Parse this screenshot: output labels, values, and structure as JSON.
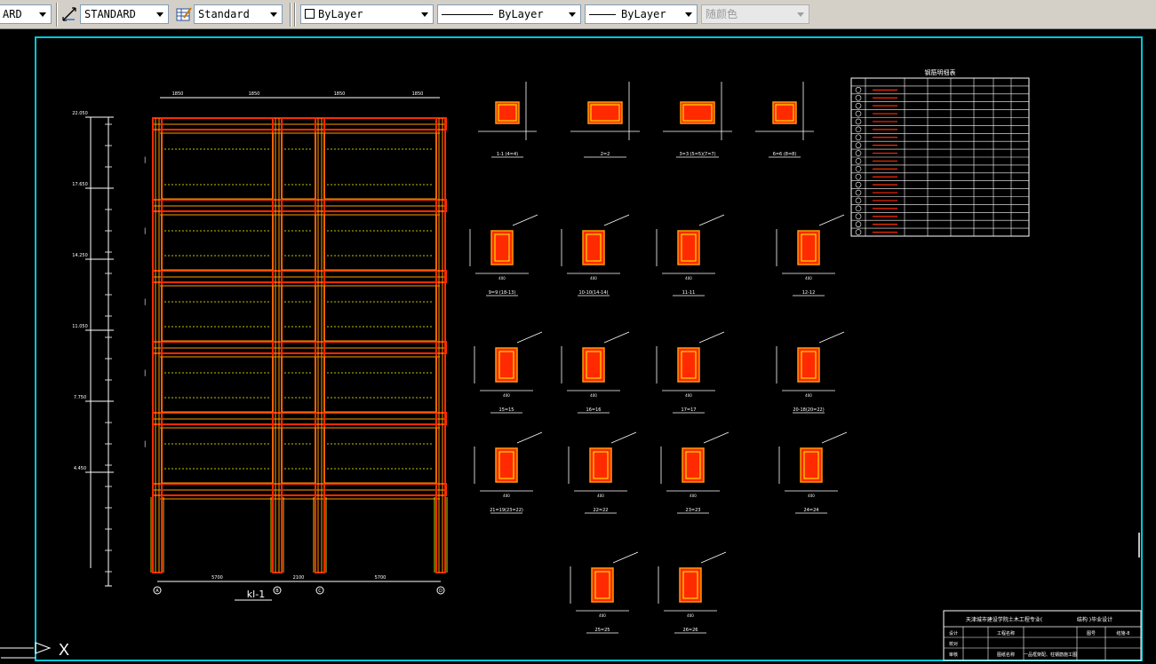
{
  "toolbar": {
    "text_style_partial": "ARD",
    "dim_style": "STANDARD",
    "table_style": "Standard",
    "color": "ByLayer",
    "linetype": "ByLayer",
    "lineweight": "ByLayer",
    "plot_style": "随颜色"
  },
  "drawing": {
    "frame_label": "kl-1",
    "level_labels": [
      "22.050",
      "17.650",
      "14.250",
      "11.050",
      "7.750",
      "4.450"
    ],
    "grid_labels": [
      "A",
      "B",
      "C",
      "D"
    ],
    "bottom_dims": [
      "5700",
      "2100",
      "5700"
    ],
    "top_dims": [
      "1850",
      "1850",
      "1850",
      "1850"
    ],
    "schedule_title": "钢筋明细表",
    "column_sections": [
      "1-1 (4=4)",
      "2=2",
      "3=3 (5=5)(7=7)",
      "6=6 (8=8)"
    ],
    "beam_sections_row1": [
      "9=9 (18-13)",
      "10-10(14-14)",
      "11-11",
      "12-12"
    ],
    "beam_sections_row2": [
      "15=15",
      "16=16",
      "17=17",
      "20-18(20=22)"
    ],
    "beam_sections_row3": [
      "21=19(23=22)",
      "22=22",
      "23=23",
      "24=24"
    ],
    "beam_sections_row4": [
      "25=25",
      "26=26"
    ],
    "section_dim": "400",
    "title_block": {
      "institution": "天津城市建设学院土木工程专业(",
      "course": "结构 )毕业设计",
      "roles": [
        "设计",
        "校对",
        "审核"
      ],
      "project_label": "工程名称",
      "drawing_label": "图纸名称",
      "drawing_name": "一品框架配、柱钢筋施工图",
      "sheet_label": "图号",
      "sheet_no": "结施-8"
    }
  },
  "colors": {
    "toolbar_bg": "#d4d0c8",
    "canvas_bg": "#000000",
    "frame_border": "#00c8d7",
    "beam_red": "#ff2a00",
    "beam_orange": "#ff9a00",
    "rebar_yellow": "#ffff00",
    "annotation_white": "#ffffff"
  },
  "icons": [
    "text-style-icon",
    "dim-style-icon",
    "table-style-icon",
    "ucs-icon"
  ]
}
